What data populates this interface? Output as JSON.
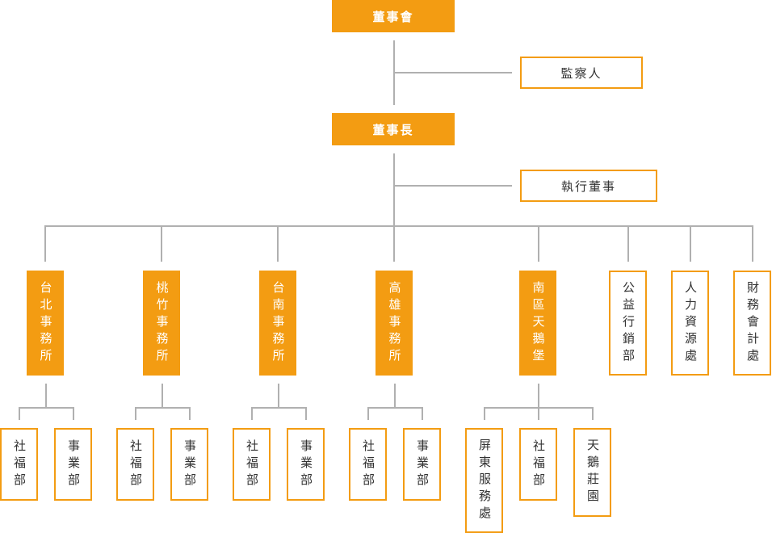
{
  "title": "組織架構圖",
  "colors": {
    "accent": "#f39c12",
    "line": "#b0b0b0",
    "text_dark": "#333333",
    "text_light": "#ffffff"
  },
  "top": {
    "board": "董事會",
    "supervisor": "監察人",
    "chairman": "董事長",
    "executive_director": "執行董事"
  },
  "offices": [
    {
      "name": "台北事務所",
      "style": "solid",
      "children": [
        "社福部",
        "事業部"
      ]
    },
    {
      "name": "桃竹事務所",
      "style": "solid",
      "children": [
        "社福部",
        "事業部"
      ]
    },
    {
      "name": "台南事務所",
      "style": "solid",
      "children": [
        "社福部",
        "事業部"
      ]
    },
    {
      "name": "高雄事務所",
      "style": "solid",
      "children": [
        "社福部",
        "事業部"
      ]
    },
    {
      "name": "南區天鵝堡",
      "style": "solid",
      "children": [
        "屏東服務處",
        "社福部",
        "天鵝莊園"
      ]
    },
    {
      "name": "公益行銷部",
      "style": "outline",
      "children": []
    },
    {
      "name": "人力資源處",
      "style": "outline",
      "children": []
    },
    {
      "name": "財務會計處",
      "style": "outline",
      "children": []
    }
  ]
}
